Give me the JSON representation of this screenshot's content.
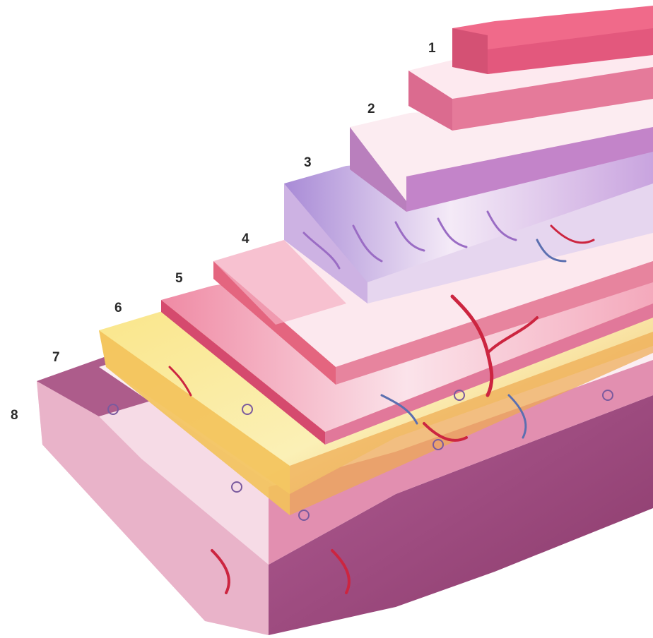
{
  "diagram": {
    "labels": [
      "1",
      "2",
      "3",
      "4",
      "5",
      "6",
      "7",
      "8"
    ],
    "colors": {
      "background": "#ffffff",
      "label": "#2a2a2a",
      "layer1": "#e05a7c",
      "layer2": "#d6577d",
      "layer3": "#9a6cc4",
      "layer4": "#e4657f",
      "layer5": "#e5708c",
      "layer6": "#f4d060",
      "layer7": "#e57a9a",
      "layer8": "#a0457a",
      "vessel": "#cc2540",
      "vessel_blue": "#5b6fb0"
    }
  }
}
